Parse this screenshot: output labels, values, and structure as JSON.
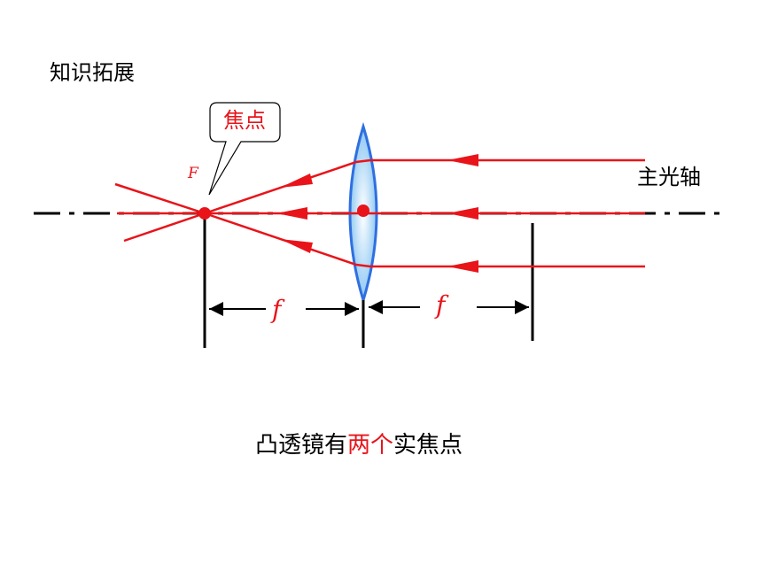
{
  "title": "知识拓展",
  "callout_label": "焦点",
  "focal_point_label": "F",
  "axis_label": "主光轴",
  "focal_length_left": "f",
  "focal_length_right": "f",
  "caption": {
    "part1": "凸透镜有",
    "highlight": "两个",
    "part2": "实焦点"
  },
  "colors": {
    "ray": "#e8141a",
    "lens_stroke": "#2f6fe0",
    "lens_fill": "#a8d4f5",
    "axis": "#000000"
  },
  "icons": [
    "arrow-icon",
    "lens-icon"
  ]
}
